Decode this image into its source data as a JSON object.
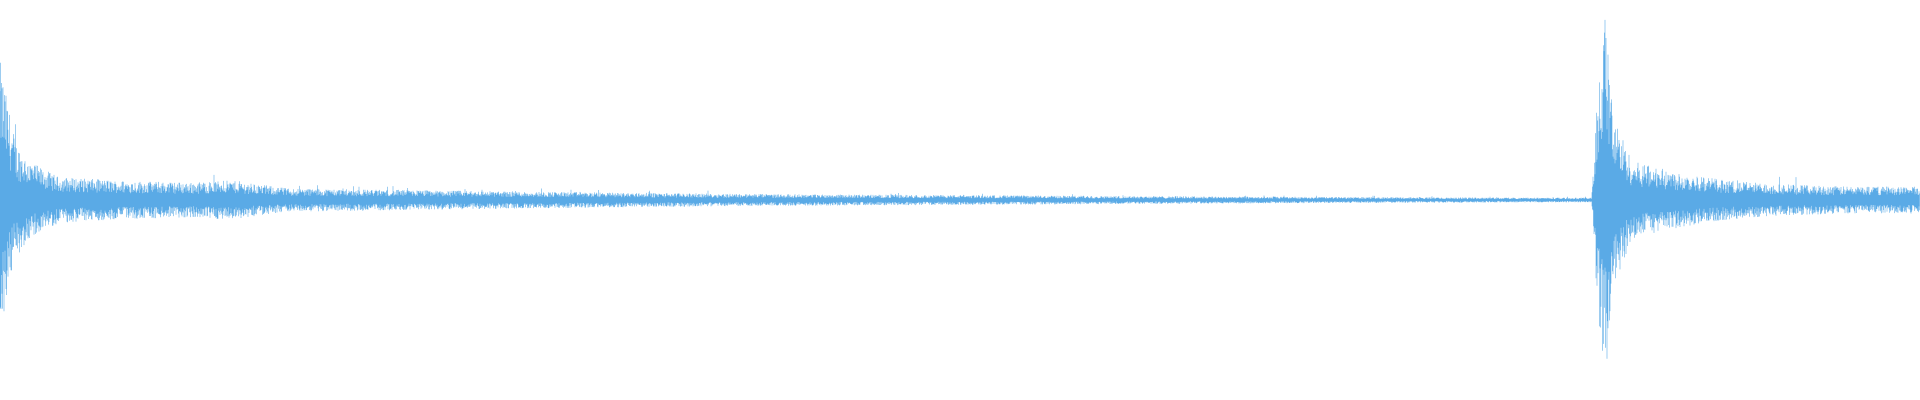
{
  "waveform": {
    "color": "#5aaae6",
    "background": "#ffffff",
    "envelope": [
      {
        "t": 0.0,
        "a": 0.72
      },
      {
        "t": 0.003,
        "a": 0.55
      },
      {
        "t": 0.008,
        "a": 0.3
      },
      {
        "t": 0.015,
        "a": 0.2
      },
      {
        "t": 0.03,
        "a": 0.12
      },
      {
        "t": 0.06,
        "a": 0.1
      },
      {
        "t": 0.1,
        "a": 0.09
      },
      {
        "t": 0.12,
        "a": 0.1
      },
      {
        "t": 0.15,
        "a": 0.06
      },
      {
        "t": 0.22,
        "a": 0.05
      },
      {
        "t": 0.3,
        "a": 0.04
      },
      {
        "t": 0.4,
        "a": 0.03
      },
      {
        "t": 0.5,
        "a": 0.025
      },
      {
        "t": 0.6,
        "a": 0.02
      },
      {
        "t": 0.7,
        "a": 0.015
      },
      {
        "t": 0.8,
        "a": 0.012
      },
      {
        "t": 0.829,
        "a": 0.012
      },
      {
        "t": 0.832,
        "a": 0.55
      },
      {
        "t": 0.836,
        "a": 0.98
      },
      {
        "t": 0.84,
        "a": 0.45
      },
      {
        "t": 0.85,
        "a": 0.2
      },
      {
        "t": 0.87,
        "a": 0.15
      },
      {
        "t": 0.9,
        "a": 0.1
      },
      {
        "t": 0.93,
        "a": 0.08
      },
      {
        "t": 0.96,
        "a": 0.07
      },
      {
        "t": 1.0,
        "a": 0.07
      }
    ]
  }
}
